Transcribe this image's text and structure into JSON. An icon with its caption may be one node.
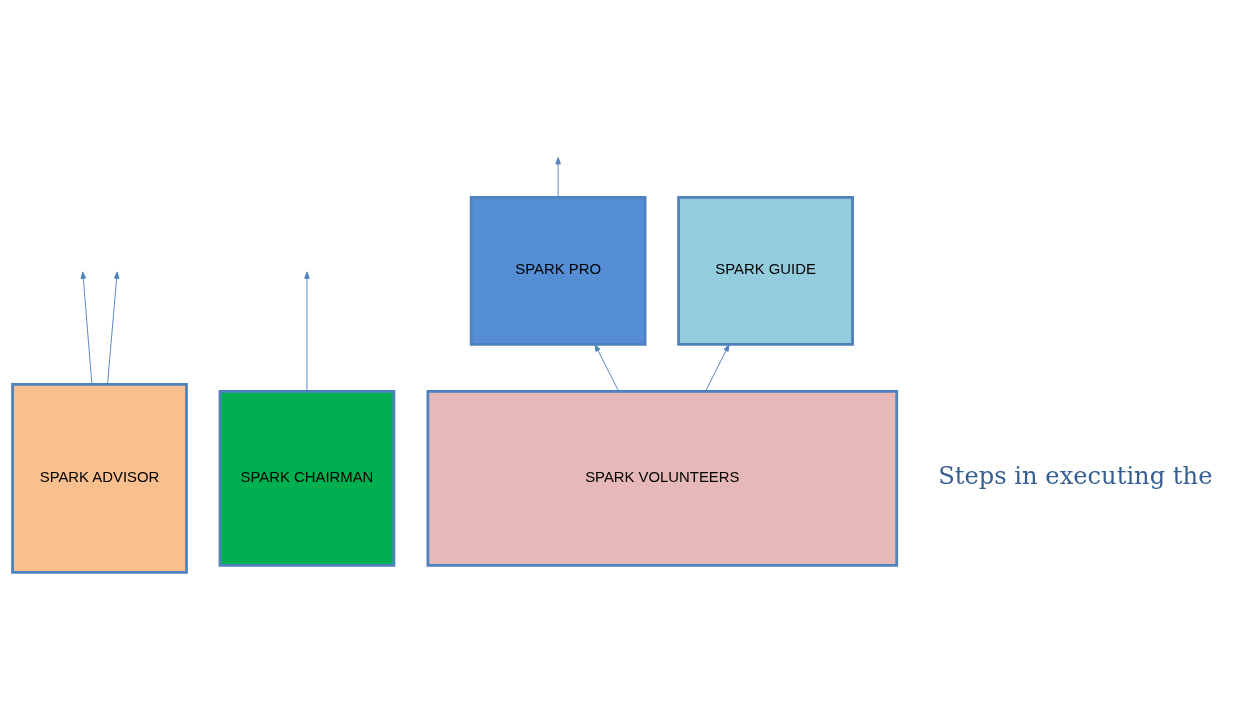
{
  "diagram": {
    "nodes": [
      {
        "text": [
          "SPARK ADVISOR"
        ]
      },
      {
        "text": [
          "SPARK CHAIRMAN"
        ]
      },
      {
        "text": [
          "SPARK PRO"
        ]
      },
      {
        "text": [
          "SPARK GUIDE"
        ]
      },
      {
        "text": [
          "SPARK VOLUNTEERS"
        ]
      }
    ],
    "edges": [
      {
        "from": 0,
        "to": null,
        "arrow": "to"
      },
      {
        "from": 0,
        "to": null,
        "arrow": "to"
      },
      {
        "from": 2,
        "to": null,
        "arrow": "to"
      },
      {
        "from": 1,
        "to": null,
        "arrow": "to"
      },
      {
        "from": 4,
        "to": 2,
        "arrow": "to"
      },
      {
        "from": 4,
        "to": 3,
        "arrow": "to"
      }
    ],
    "labels": [
      "Steps in executing the"
    ]
  }
}
